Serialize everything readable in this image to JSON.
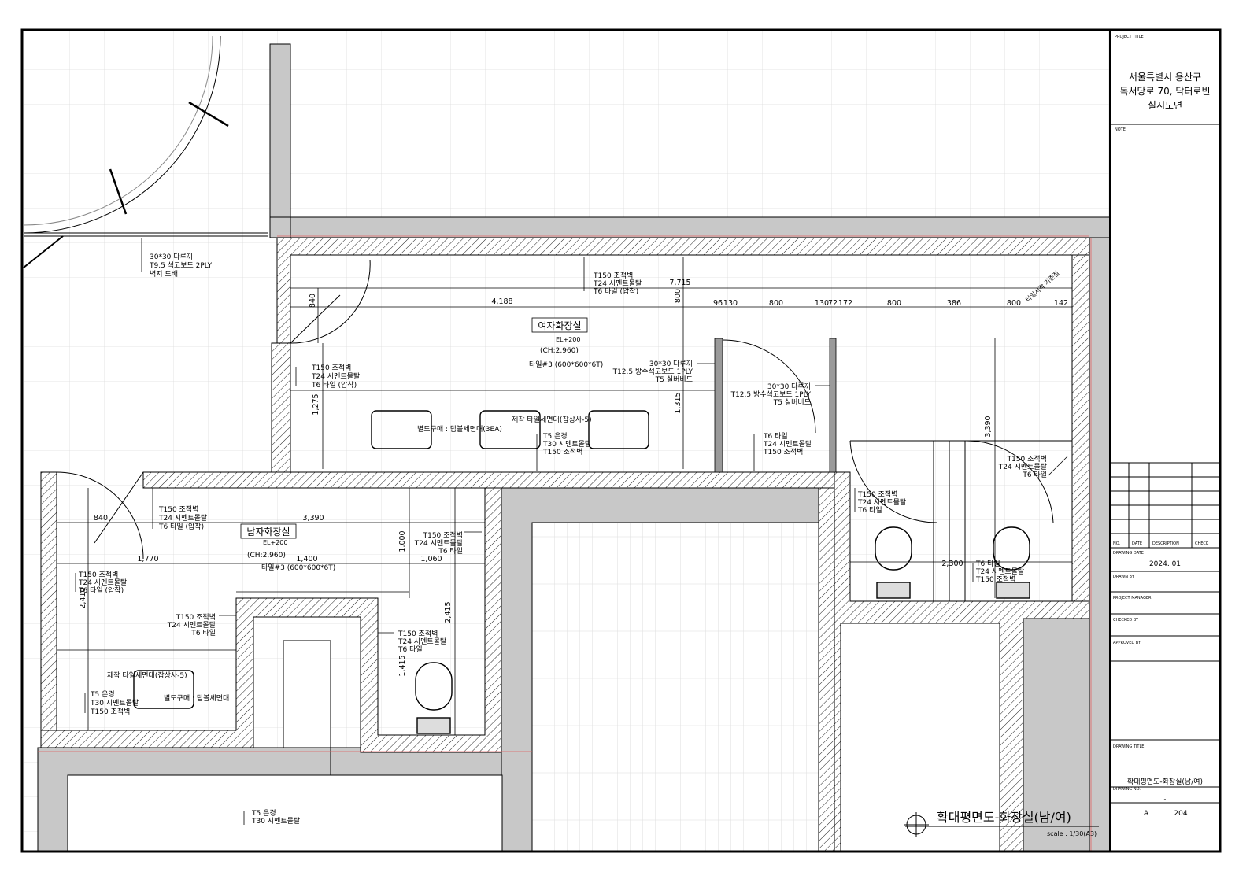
{
  "title_block": {
    "project_title_label": "PROJECT TITLE",
    "project_line1": "서울특별시 용산구",
    "project_line2": "독서당로 70, 닥터로빈",
    "project_line3": "실시도면",
    "note_label": "NOTE",
    "rev_headers": [
      "NO.",
      "DATE",
      "DESCRIPTION",
      "CHECK"
    ],
    "drawing_date_label": "DRAWING DATE",
    "drawing_date": "2024. 01",
    "drawn_by_label": "DRAWN BY",
    "project_manager_label": "PROJECT MANAGER",
    "checked_by_label": "CHECKED BY",
    "approved_by_label": "APPROVED BY",
    "drawing_title_label": "DRAWING TITLE",
    "drawing_title": "확대평면도-화장실(남/여)",
    "drawing_no_label": "DRAWING NO.",
    "scale_value": "-",
    "sheet_prefix": "A",
    "sheet_number": "204"
  },
  "plan_title": {
    "title": "확대평면도-화장실(남/여)",
    "scale": "scale : 1/30(A3)"
  },
  "rooms": {
    "women": {
      "name": "여자화장실",
      "el": "EL+200",
      "ch": "(CH:2,960)",
      "tile": "타일#3 (600*600*6T)"
    },
    "men": {
      "name": "남자화장실",
      "el": "EL+200",
      "ch": "(CH:2,960)",
      "tile": "타일#3 (600*600*6T)"
    }
  },
  "notes": {
    "corridor_wall": [
      "30*30 다루끼",
      "T9.5 석고보드 2PLY",
      "벽지 도배"
    ],
    "women_top_wall": [
      "T150 조적벽",
      "T24 시멘트몰탈",
      "T6 타일 (압착)"
    ],
    "women_left_wall": [
      "T150 조적벽",
      "T24 시멘트몰탈",
      "T6 타일 (압착)"
    ],
    "women_partition": [
      "30*30 다루끼",
      "T12.5 방수석고보드 1PLY",
      "T5 실버비드"
    ],
    "stall_partition": [
      "30*30 다루끼",
      "T12.5 방수석고보드 1PLY",
      "T5 실버비드"
    ],
    "women_sink_supply": "별도구매 : 탑볼세면대(3EA)",
    "women_sink_make": "제작 타일세면대(잡상사-5)",
    "women_counter": [
      "T5 은경",
      "T30 시멘트몰탈",
      "T150 조적벽"
    ],
    "women_stall_wall": [
      "T6 타일",
      "T24 시멘트몰탈",
      "T150 조적벽"
    ],
    "stall_right_wall": [
      "T150 조적벽",
      "T24 시멘트몰탈",
      "T6 타일"
    ],
    "stall_left_wall": [
      "T150 조적벽",
      "T24 시멘트몰탈",
      "T6 타일"
    ],
    "stall_bottom_wall": [
      "T6 타일",
      "T24 시멘트몰탈",
      "T150 조적벽"
    ],
    "men_top_wall": [
      "T150 조적벽",
      "T24 시멘트몰탈",
      "T6 타일 (압착)"
    ],
    "men_left_wall": [
      "T150 조적벽",
      "T24 시멘트몰탈",
      "T6 타일 (압착)"
    ],
    "men_right_wall": [
      "T150 조적벽",
      "T24 시멘트몰탈",
      "T6 타일"
    ],
    "men_inner_wall": [
      "T150 조적벽",
      "T24 시멘트몰탈",
      "T6 타일"
    ],
    "men_toilet_wall": [
      "T150 조적벽",
      "T24 시멘트몰탈",
      "T6 타일"
    ],
    "men_sink_make": "제작 타일세면대(잡상사-5)",
    "men_sink_supply": "별도구매 : 탑볼세면대",
    "men_counter": [
      "T5 은경",
      "T30 시멘트몰탈",
      "T150 조적벽"
    ],
    "lower_room": [
      "T5 은경",
      "T30 시멘트몰탈"
    ],
    "tile_start": "타일시작 기준점"
  },
  "dimensions": {
    "women_total_width": "7,715",
    "women_room_width": "4,188",
    "women_door_opening": "840",
    "women_wall_height": "800",
    "women_segments": [
      "96",
      "130",
      "800",
      "130",
      "72",
      "172",
      "800",
      "386",
      "800",
      "142"
    ],
    "women_sink_depth": "1,275",
    "women_partition_depth": "1,315",
    "women_stall_depth": "3,390",
    "stall_bottom_width": "2,300",
    "men_total_width": "3,390",
    "men_door_opening": "840",
    "men_left_width": "1,770",
    "men_mid_width": "1,400",
    "men_right_width": "1,060",
    "men_right_depth": "1,000",
    "men_total_depth": "2,410",
    "men_toilet_depth": "2,415",
    "men_toilet_width": "1,415"
  },
  "colors": {
    "wall_fill": "#c8c8c8",
    "grid": "#d9d9d9",
    "line": "#000000",
    "red_line": "#e06060"
  }
}
